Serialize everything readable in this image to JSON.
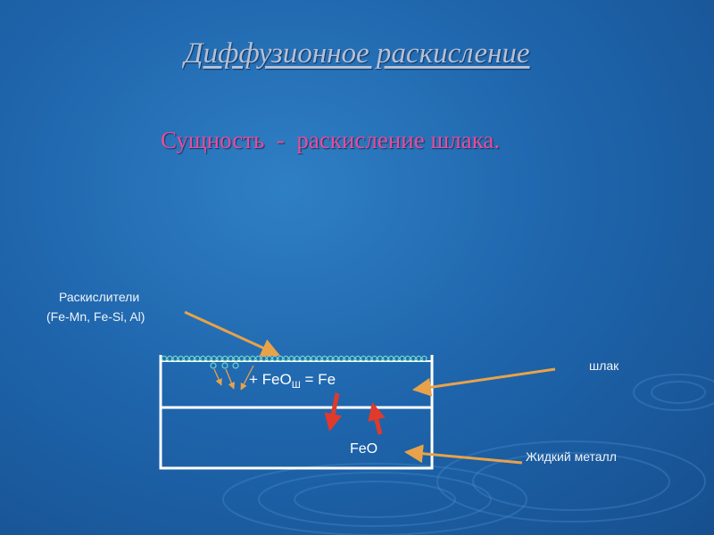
{
  "title": "Диффузионное раскисление",
  "subtitle": "Сущность  -  раскисление шлака.",
  "deoxidizers": {
    "line1": "Раскислители",
    "line2": "(Fe-Mn, Fe-Si, Al)"
  },
  "slag_label": "шлак",
  "metal_label": "Жидкий металл",
  "reaction": {
    "prefix": "+ FeO",
    "subscript": "Ш",
    "suffix": " = Fe"
  },
  "metal_feo": "FeO",
  "colors": {
    "background": "#1f66ad",
    "title": "#b8bfd2",
    "subtitle": "#ea4c98",
    "pointer_arrow": "#e8a24a",
    "flow_arrow": "#e03a2a",
    "particles": "#6fd6c8"
  }
}
